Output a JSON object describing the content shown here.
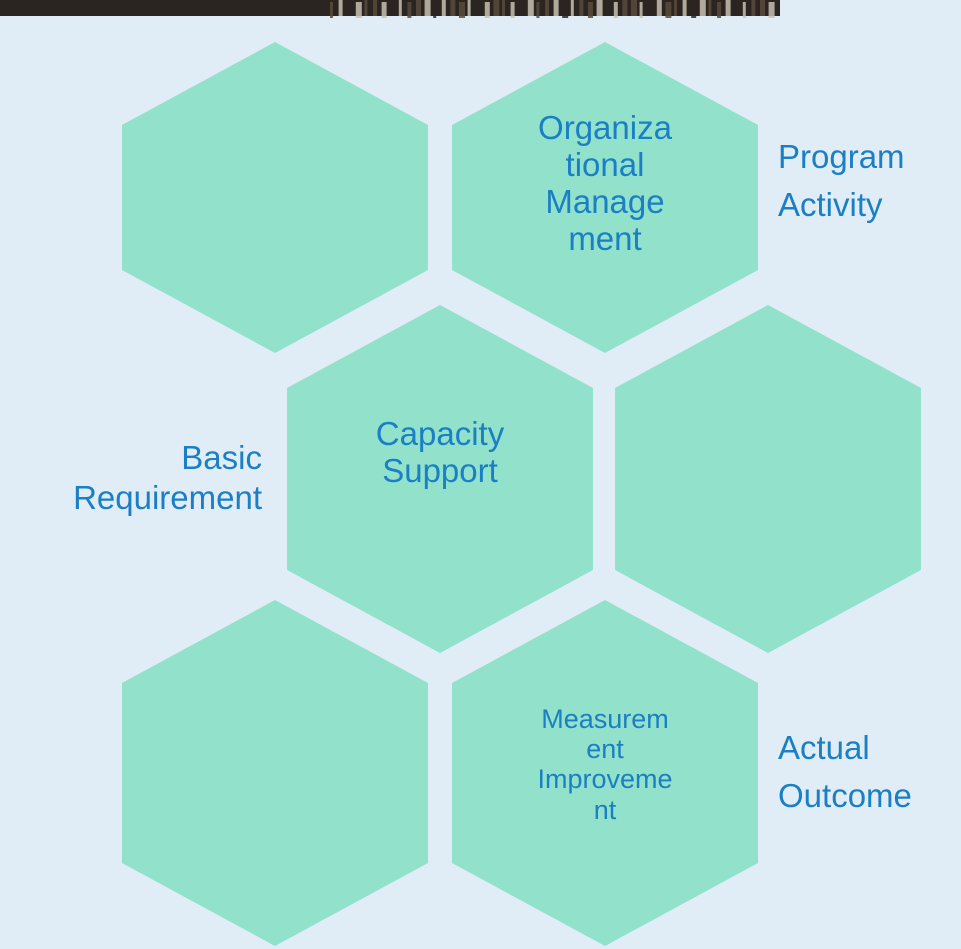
{
  "colors": {
    "background": "#e1edf6",
    "hexagon_fill": "#92e1ca",
    "text": "#1a7fc4",
    "photo_dark": "#2b2521",
    "photo_mid": "#5a4a3c",
    "photo_light": "#c9c0b2"
  },
  "hexagons": [
    {
      "id": "hex-top-left",
      "text": ""
    },
    {
      "id": "hex-top-right",
      "text": "Organiza\ntional\nManage\nment"
    },
    {
      "id": "hex-middle-left",
      "text": "Capacity\nSupport"
    },
    {
      "id": "hex-middle-right",
      "text": ""
    },
    {
      "id": "hex-bottom-left",
      "text": ""
    },
    {
      "id": "hex-bottom-right",
      "text": "Measurem\nent\nImproveme\nnt"
    }
  ],
  "labels": {
    "program_activity": "Program\nActivity",
    "basic_requirement": "Basic\nRequirement",
    "actual_outcome": "Actual\nOutcome"
  }
}
